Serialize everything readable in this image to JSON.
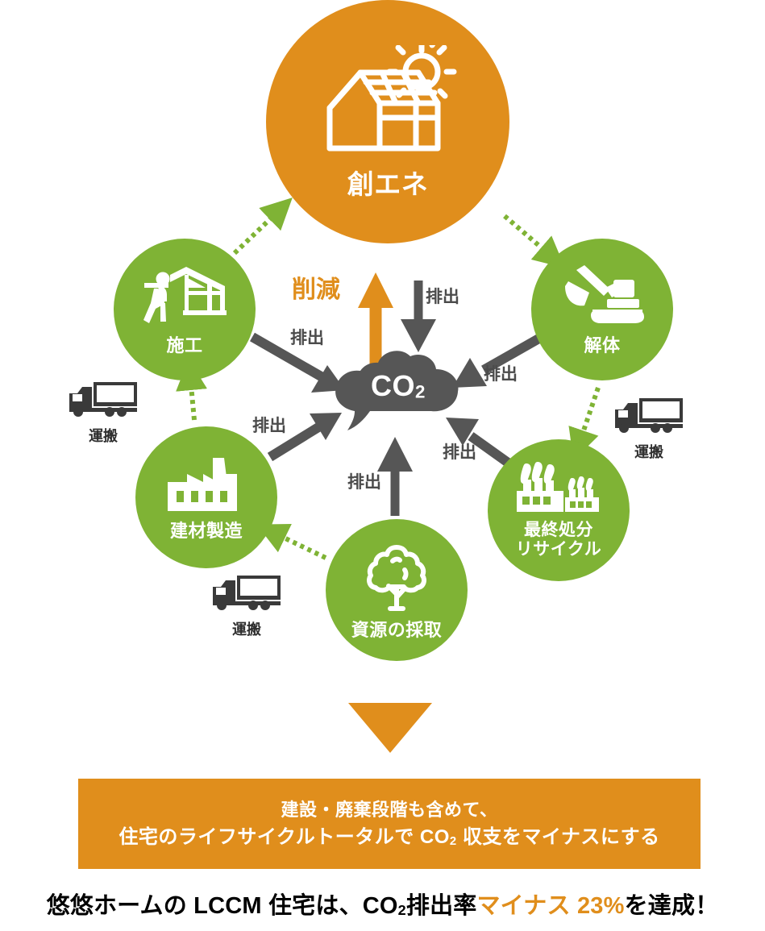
{
  "colors": {
    "orange": "#E08E1C",
    "green": "#7FB335",
    "gray": "#565656",
    "label_gray": "#4B4B4B",
    "white": "#FFFFFF"
  },
  "hub": {
    "label": "創エネ",
    "icon": "solar-house-icon"
  },
  "stages": [
    {
      "id": "sekou",
      "label": "施工",
      "icon": "worker-construction-icon"
    },
    {
      "id": "kaitai",
      "label": "解体",
      "icon": "excavator-icon"
    },
    {
      "id": "kenzai",
      "label": "建材製造",
      "icon": "factory-icon"
    },
    {
      "id": "recycle",
      "label": "最終処分\nリサイクル",
      "icon": "recycle-plant-icon"
    },
    {
      "id": "shigen",
      "label": "資源の採取",
      "icon": "tree-icon"
    }
  ],
  "co2": {
    "text": "CO",
    "subscript": "2",
    "icon": "co2-cloud-icon"
  },
  "flow_labels": {
    "reduce": "削減",
    "emit": "排出"
  },
  "arrows": {
    "reduce_up": {
      "label": "削減",
      "color": "#E08E1C",
      "direction": "up"
    },
    "emit_down": {
      "label": "排出",
      "color": "#565656",
      "direction": "down"
    },
    "emit_from_sekou": {
      "label": "排出",
      "color": "#565656"
    },
    "emit_from_kenzai": {
      "label": "排出",
      "color": "#565656"
    },
    "emit_from_shigen": {
      "label": "排出",
      "color": "#565656"
    },
    "emit_from_kaitai": {
      "label": "排出",
      "color": "#565656"
    },
    "emit_from_recycle": {
      "label": "排出",
      "color": "#565656"
    }
  },
  "trucks": [
    {
      "id": "truck-left",
      "label": "運搬",
      "icon": "truck-icon"
    },
    {
      "id": "truck-right",
      "label": "運搬",
      "icon": "truck-icon"
    },
    {
      "id": "truck-bottom",
      "label": "運搬",
      "icon": "truck-icon"
    }
  ],
  "banner": {
    "line1": "建設・廃棄段階も含めて、",
    "line2_a": "住宅のライフサイクルトータルで CO",
    "line2_sub": "2",
    "line2_b": " 収支をマイナスにする"
  },
  "footer": {
    "part1": "悠悠ホームの LCCM 住宅は、CO",
    "sub": "2",
    "part2": "排出率",
    "highlight": "マイナス 23%",
    "part3": "を達成！"
  }
}
